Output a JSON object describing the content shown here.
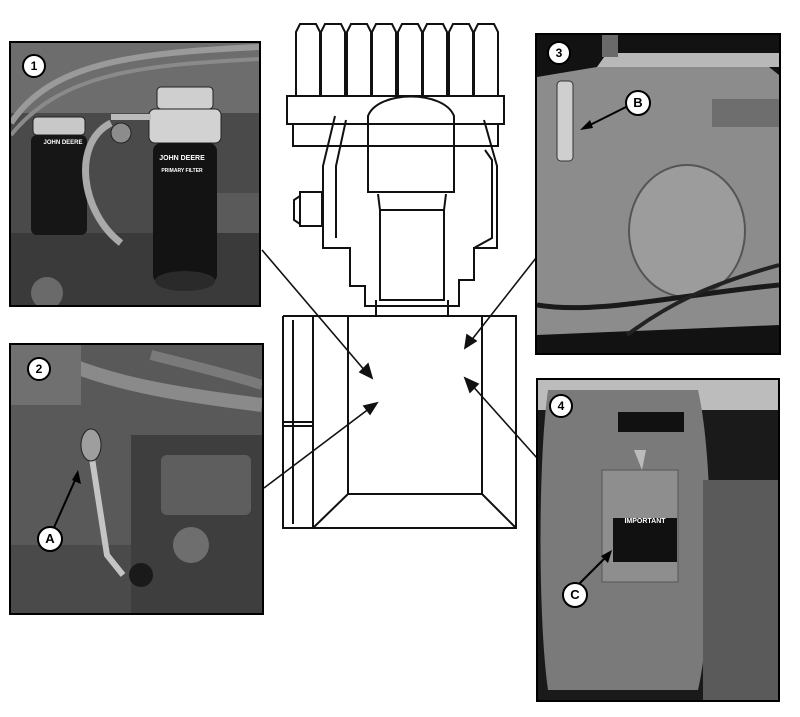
{
  "panels": [
    {
      "number": "1",
      "filter_brand_left": "JOHN DEERE",
      "filter_brand_right": "JOHN DEERE",
      "filter_caption": "PRIMARY FILTER"
    },
    {
      "number": "2",
      "callout": "A"
    },
    {
      "number": "3",
      "callout": "B"
    },
    {
      "number": "4",
      "callout": "C",
      "decal_title": "IMPORTANT"
    }
  ],
  "colors": {
    "frame": "#000000",
    "line": "#111111",
    "background": "#ffffff"
  }
}
